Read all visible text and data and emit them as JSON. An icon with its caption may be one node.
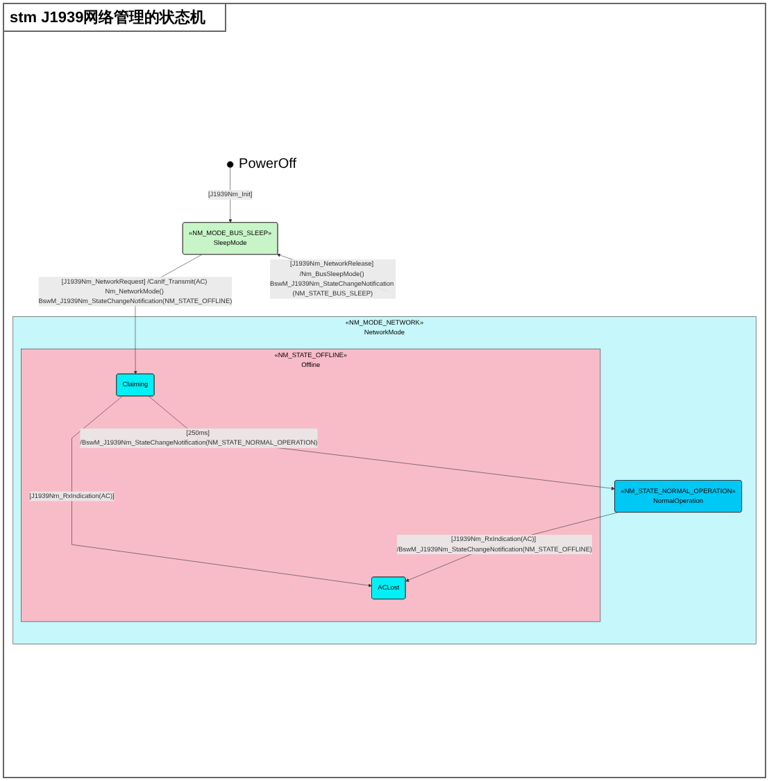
{
  "diagram": {
    "title": "stm J1939网络管理的状态机",
    "nodes": [
      {
        "text": [],
        "shape": "circle",
        "beside": [
          "PowerOff"
        ]
      },
      {
        "text": [
          "«NM_MODE_BUS_SLEEP»",
          "SleepMode"
        ]
      },
      {
        "text": [
          "«NM_MODE_NETWORK»",
          "NetworkMode"
        ]
      },
      {
        "text": [
          "«NM_STATE_OFFLINE»",
          "Offline"
        ],
        "in": 2
      },
      {
        "text": [
          "ACLost"
        ],
        "in": 3
      },
      {
        "text": [
          "Claiming"
        ],
        "in": 3
      },
      {
        "text": [
          "«NM_STATE_NORMAL_OPERATION»",
          "NormalOperation"
        ],
        "in": 2
      }
    ],
    "edges": [
      {
        "from": 0,
        "to": 1,
        "arrow": "to",
        "label": "[J1939Nm_Init]"
      },
      {
        "from": 2,
        "to": 1,
        "arrow": "to",
        "label": "[J1939Nm_NetworkRelease] /Nm_BusSleepMode() BswM_J1939Nm_StateChangeNotification (NM_STATE_BUS_SLEEP)"
      },
      {
        "from": 1,
        "to": 5,
        "arrow": "to",
        "label": "[J1939Nm_NetworkRequest] /CanIf_Transmit(AC) Nm_NetworkMode() BswM_J1939Nm_StateChangeNotification(NM_STATE_OFFLINE)"
      },
      {
        "from": 5,
        "to": 4,
        "arrow": "to",
        "label": "[J1939Nm_RxIndication(AC)]"
      },
      {
        "from": 5,
        "to": 6,
        "arrow": "to",
        "label": "[250ms] /BswM_J1939Nm_StateChangeNotification(NM_STATE_NORMAL_OPERATION)"
      },
      {
        "from": 6,
        "to": 4,
        "arrow": "to",
        "label": "[J1939Nm_RxIndication(AC)] /BswM_J1939Nm_StateChangeNotification(NM_STATE_OFFLINE)"
      }
    ]
  }
}
